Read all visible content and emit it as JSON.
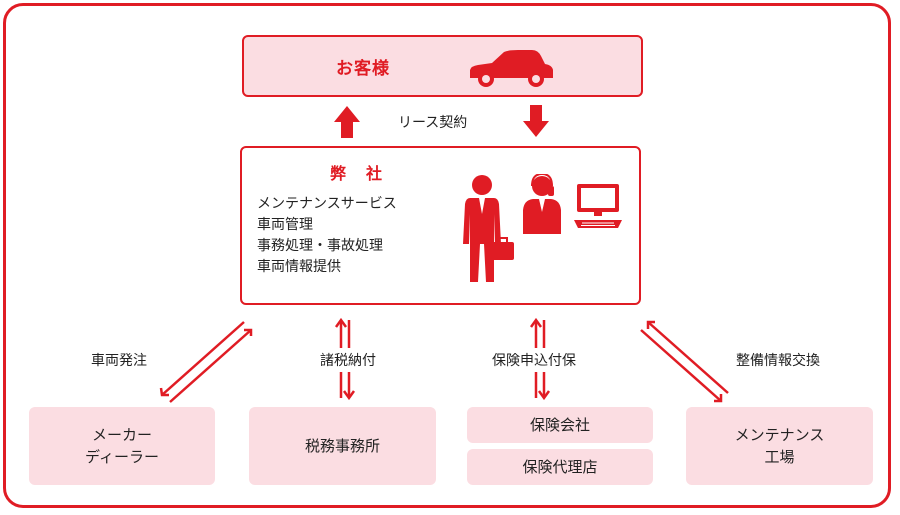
{
  "client": {
    "label": "お客様"
  },
  "contract": {
    "label": "リース契約"
  },
  "company": {
    "title": "弊　社",
    "services": [
      "メンテナンスサービス",
      "車両管理",
      "事務処理・事故処理",
      "車両情報提供"
    ]
  },
  "relations": {
    "order": "車両発注",
    "tax": "諸税納付",
    "insurance": "保険申込付保",
    "maintenance": "整備情報交換"
  },
  "partners": {
    "maker_line1": "メーカー",
    "maker_line2": "ディーラー",
    "tax_office": "税務事務所",
    "insurance_company": "保険会社",
    "insurance_agent": "保険代理店",
    "maintenance_line1": "メンテナンス",
    "maintenance_line2": "工場"
  },
  "colors": {
    "accent": "#e01c24",
    "fill": "#fbdde2"
  },
  "icons": [
    "car-icon",
    "businessman-icon",
    "operator-icon",
    "computer-icon"
  ]
}
